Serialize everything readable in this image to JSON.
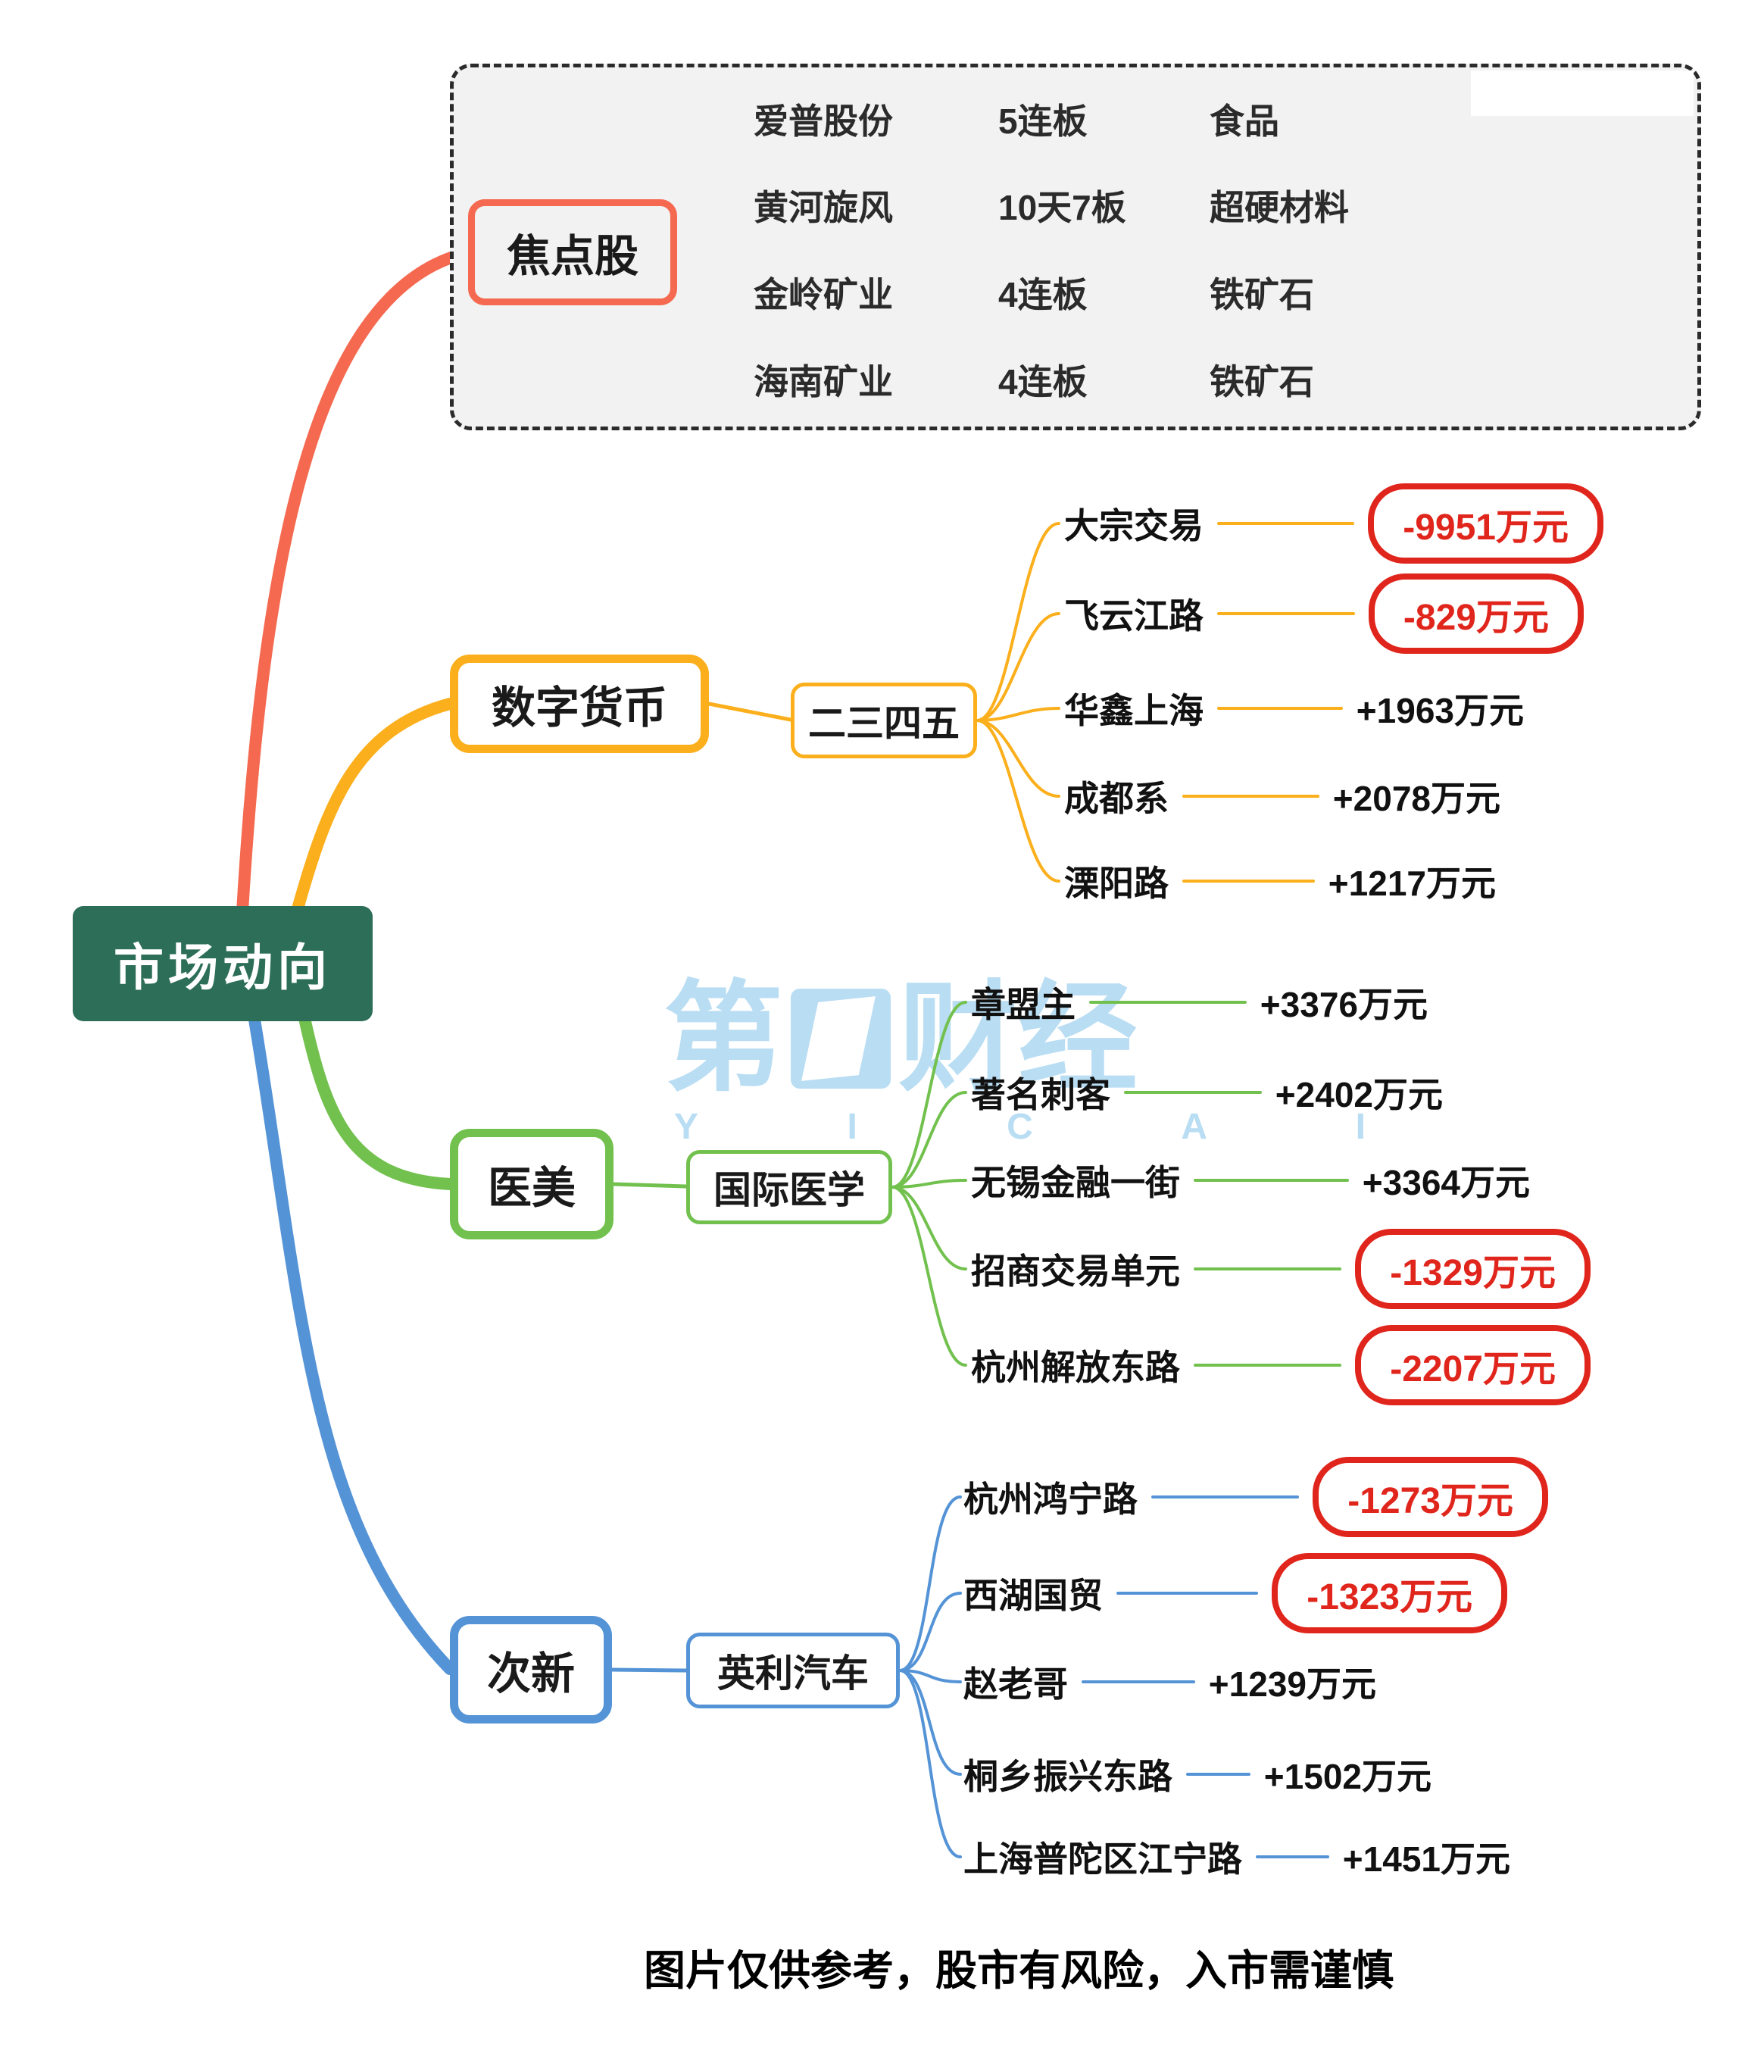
{
  "root": {
    "label": "市场动向"
  },
  "footer": "图片仅供参考，股市有风险，入市需谨慎",
  "watermark": {
    "char_left": "第",
    "chars_right": "财经",
    "latin": "Y I C A I"
  },
  "colors": {
    "branch_focus": "#f4694f",
    "branch_digital": "#fbaf1c",
    "branch_beauty": "#72c14e",
    "branch_new": "#5493d6",
    "negative_red": "#e0261c",
    "root_bg": "#2d6e59",
    "panel_bg": "#f2f2f2",
    "watermark_blue": "#b9ddf3"
  },
  "focus": {
    "label": "焦点股",
    "rows": [
      {
        "name": "爱普股份",
        "streak": "5连板",
        "sector": "食品"
      },
      {
        "name": "黄河旋风",
        "streak": "10天7板",
        "sector": "超硬材料"
      },
      {
        "name": "金岭矿业",
        "streak": "4连板",
        "sector": "铁矿石"
      },
      {
        "name": "海南矿业",
        "streak": "4连板",
        "sector": "铁矿石"
      }
    ]
  },
  "digital": {
    "label": "数字货币",
    "sub": "二三四五",
    "leaves": [
      {
        "name": "大宗交易",
        "value": "-9951万元",
        "negative": true
      },
      {
        "name": "飞云江路",
        "value": "-829万元",
        "negative": true
      },
      {
        "name": "华鑫上海",
        "value": "+1963万元",
        "negative": false
      },
      {
        "name": "成都系",
        "value": "+2078万元",
        "negative": false
      },
      {
        "name": "溧阳路",
        "value": "+1217万元",
        "negative": false
      }
    ]
  },
  "beauty": {
    "label": "医美",
    "sub": "国际医学",
    "leaves": [
      {
        "name": "章盟主",
        "value": "+3376万元",
        "negative": false
      },
      {
        "name": "著名刺客",
        "value": "+2402万元",
        "negative": false
      },
      {
        "name": "无锡金融一街",
        "value": "+3364万元",
        "negative": false
      },
      {
        "name": "招商交易单元",
        "value": "-1329万元",
        "negative": true
      },
      {
        "name": "杭州解放东路",
        "value": "-2207万元",
        "negative": true
      }
    ]
  },
  "cixin": {
    "label": "次新",
    "sub": "英利汽车",
    "leaves": [
      {
        "name": "杭州鸿宁路",
        "value": "-1273万元",
        "negative": true
      },
      {
        "name": "西湖国贸",
        "value": "-1323万元",
        "negative": true
      },
      {
        "name": "赵老哥",
        "value": "+1239万元",
        "negative": false
      },
      {
        "name": "桐乡振兴东路",
        "value": "+1502万元",
        "negative": false
      },
      {
        "name": "上海普陀区江宁路",
        "value": "+1451万元",
        "negative": false
      }
    ]
  }
}
